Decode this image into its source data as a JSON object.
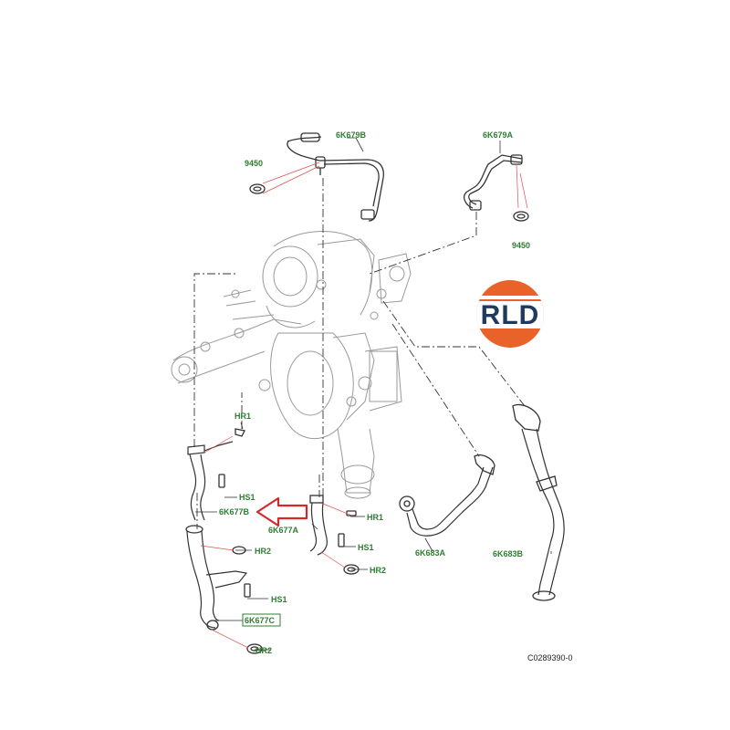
{
  "labels": {
    "feed_pipe_b": "6K679B",
    "feed_pipe_a": "6K679A",
    "washer_left": "9450",
    "washer_right": "9450",
    "hr1_left": "HR1",
    "hs1_left": "HS1",
    "return_hose_b": "6K677B",
    "hr2_left_upper": "HR2",
    "hs1_lower": "HS1",
    "return_hose_c": "6K677C",
    "hr2_left_lower": "HR2",
    "return_hose_a": "6K677A",
    "hr1_middle": "HR1",
    "hs1_middle": "HS1",
    "hr2_middle": "HR2",
    "coolant_hose_a": "6K683A",
    "coolant_hose_b": "6K683B"
  },
  "reference_code": "C0289390-0",
  "logo": {
    "text": "RLD",
    "orange": "#e8622a",
    "navy": "#1f3a5c"
  },
  "highlight": {
    "target": "6K677B",
    "color": "#d62828"
  },
  "colors": {
    "label_green": "#2e7d32",
    "line": "#333333"
  }
}
